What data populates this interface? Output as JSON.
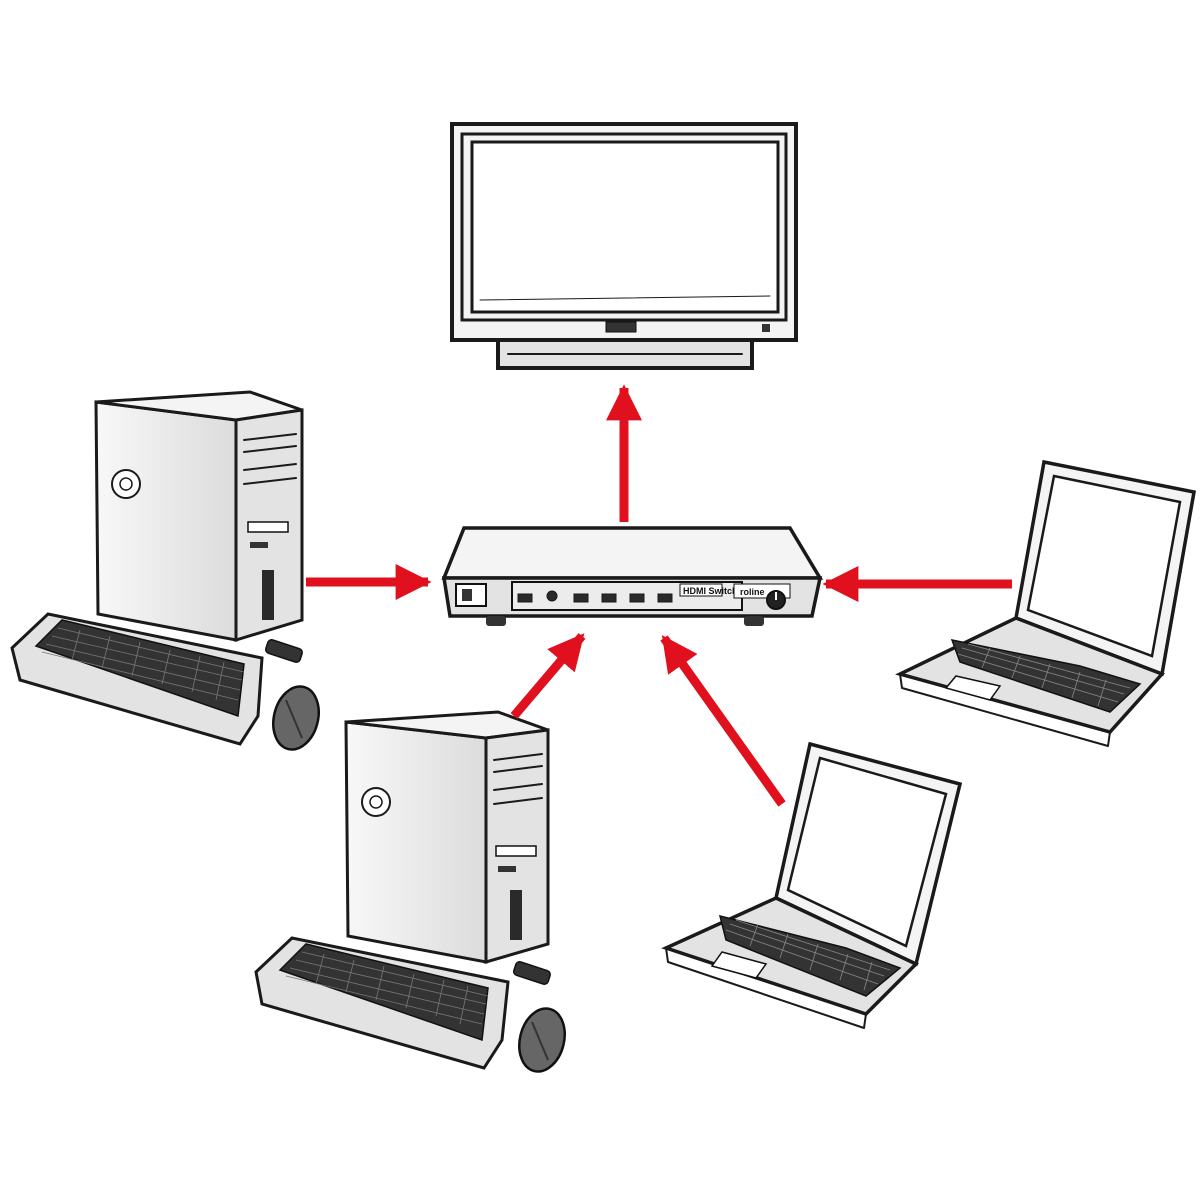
{
  "switch": {
    "label": "HDMI Switch",
    "brand": "roline"
  },
  "colors": {
    "arrow": "#e0101e",
    "ink": "#1a1a1a",
    "paper": "#ffffff"
  },
  "nodes": [
    {
      "id": "monitor",
      "icon": "flat-monitor-icon"
    },
    {
      "id": "pc-left",
      "icon": "desktop-tower-icon"
    },
    {
      "id": "pc-bottom",
      "icon": "desktop-tower-icon"
    },
    {
      "id": "laptop-right",
      "icon": "laptop-icon"
    },
    {
      "id": "laptop-bottom",
      "icon": "laptop-icon"
    },
    {
      "id": "hdmi-switch",
      "icon": "hdmi-switch-icon"
    }
  ],
  "edges": [
    {
      "from": "hdmi-switch",
      "to": "monitor"
    },
    {
      "from": "pc-left",
      "to": "hdmi-switch"
    },
    {
      "from": "pc-bottom",
      "to": "hdmi-switch"
    },
    {
      "from": "laptop-right",
      "to": "hdmi-switch"
    },
    {
      "from": "laptop-bottom",
      "to": "hdmi-switch"
    }
  ]
}
